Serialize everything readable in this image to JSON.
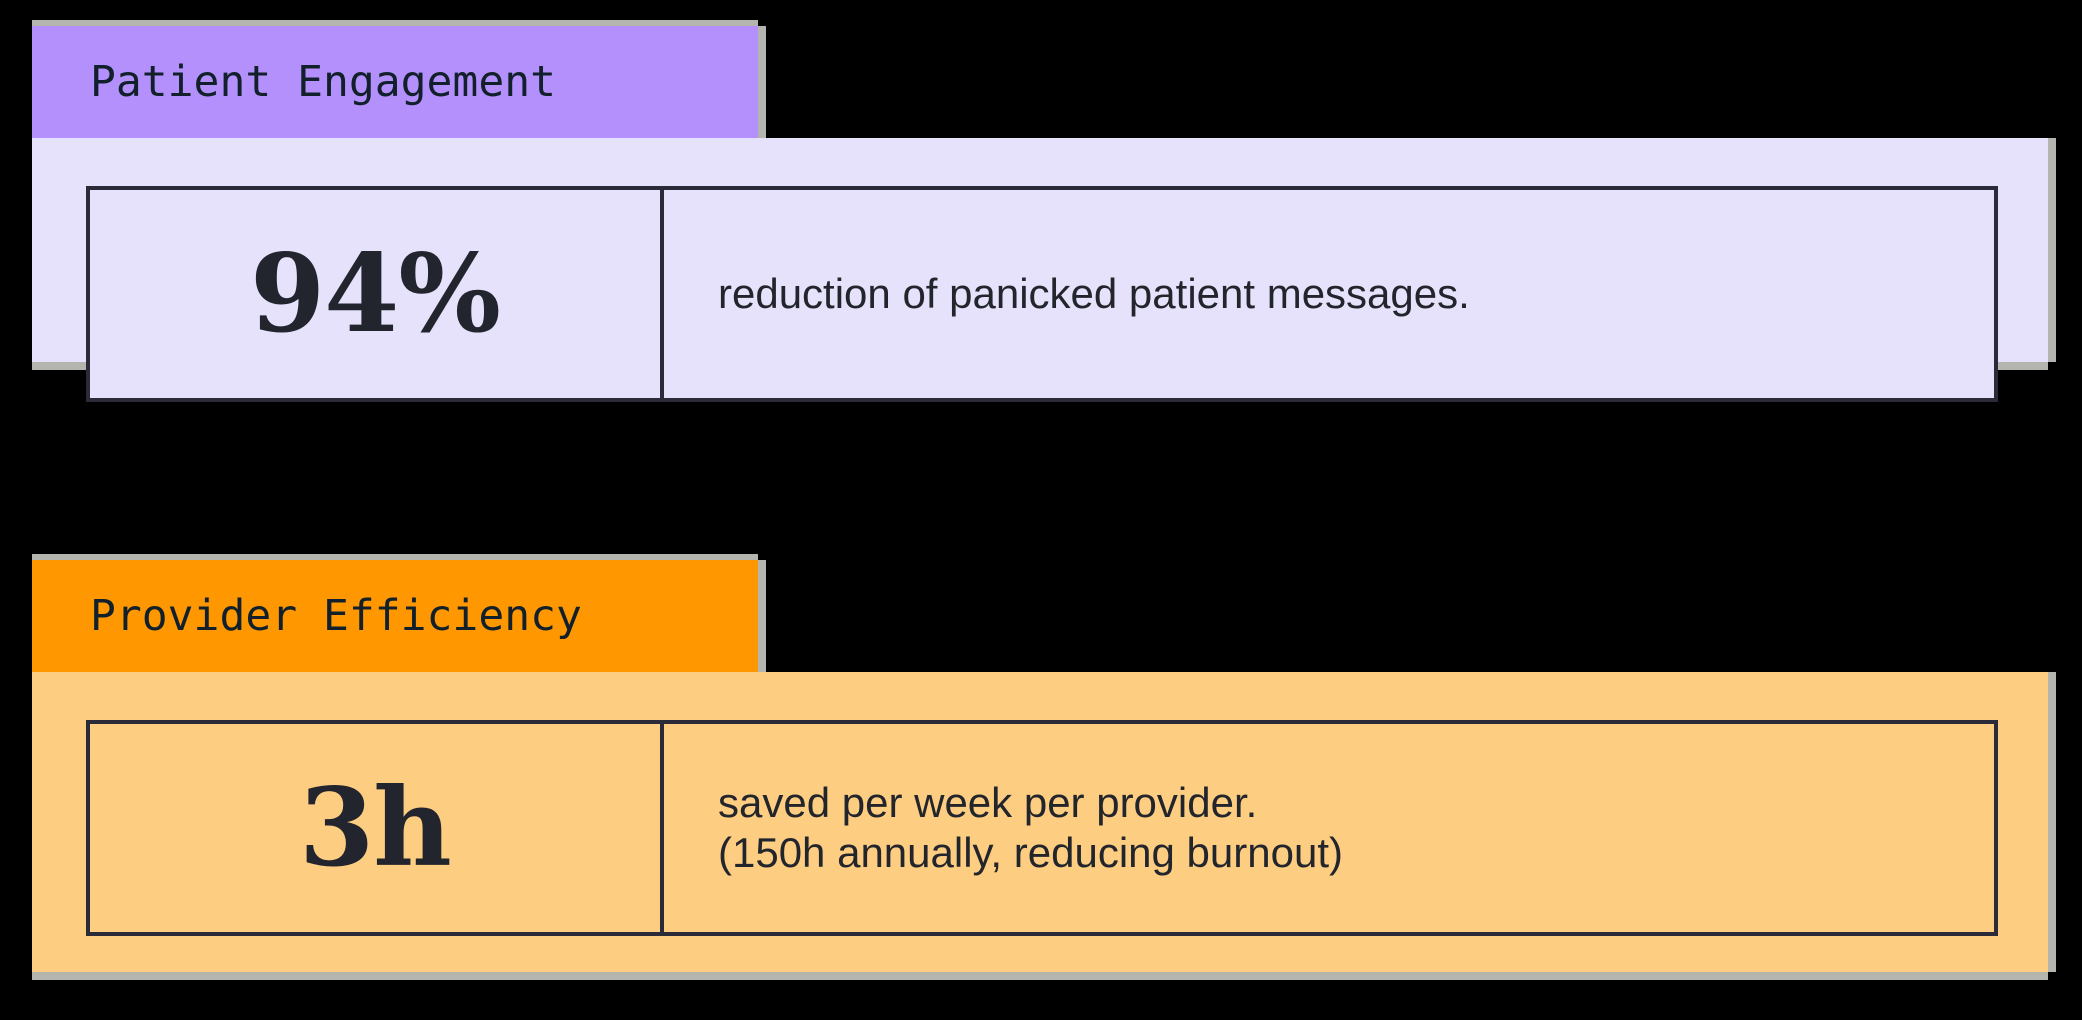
{
  "background_color": "#000000",
  "cards": [
    {
      "id": "engagement",
      "tab_label": "Patient Engagement",
      "tab_color": "#b490fc",
      "panel_color": "#e6e2fb",
      "metric_value": "94%",
      "description_lines": [
        "reduction of panicked patient messages."
      ]
    },
    {
      "id": "efficiency",
      "tab_label": "Provider Efficiency",
      "tab_color": "#ff9800",
      "panel_color": "#fdcd81",
      "metric_value": "3h",
      "description_lines": [
        "saved per week per provider.",
        "(150h annually, reducing burnout)"
      ]
    }
  ]
}
